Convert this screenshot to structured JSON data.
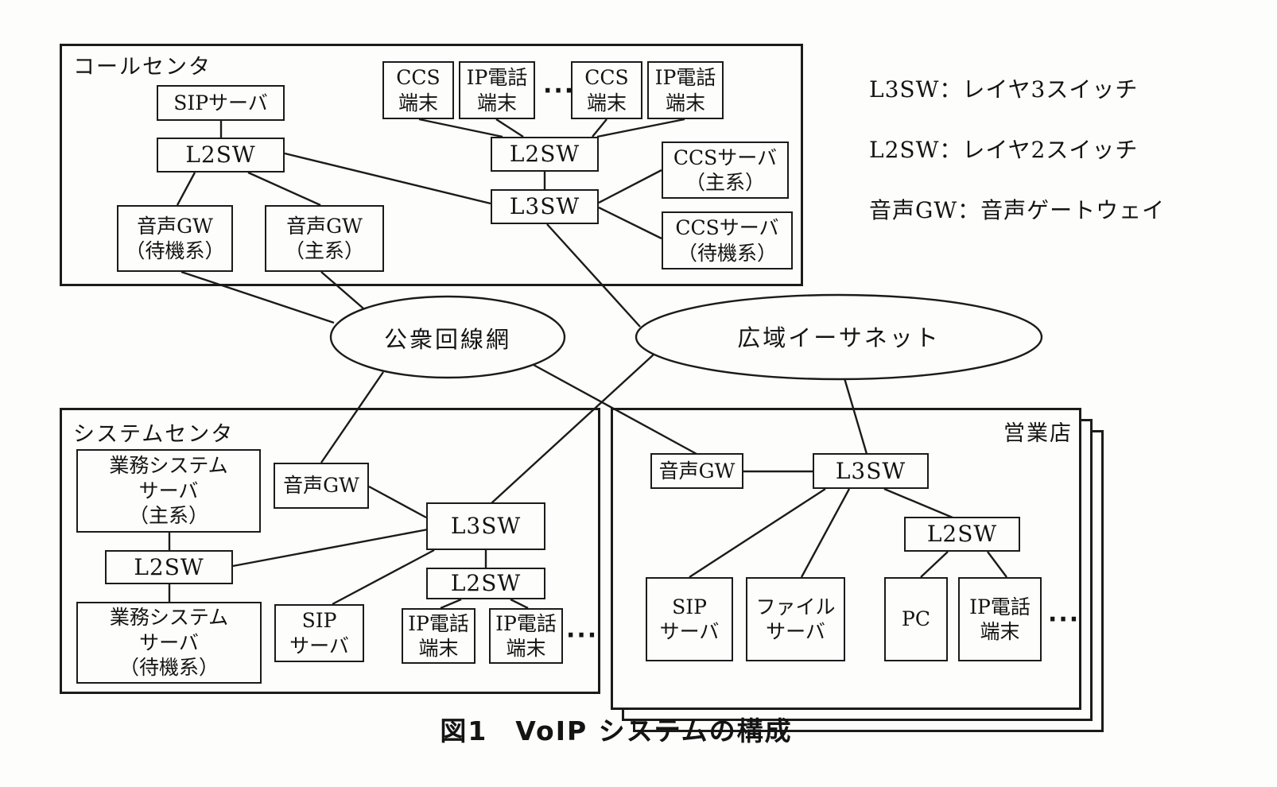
{
  "figure": {
    "caption": "図1　VoIP システムの構成"
  },
  "legend": {
    "lines": [
      "L3SW：レイヤ3スイッチ",
      "L2SW：レイヤ2スイッチ",
      "音声GW：音声ゲートウェイ"
    ]
  },
  "groups": {
    "call_center": "コールセンタ",
    "system_center": "システムセンタ",
    "branch_office": "営業店"
  },
  "networks": {
    "pstn": "公衆回線網",
    "wan": "広域イーサネット"
  },
  "ellipsis": "···",
  "nodes": {
    "sip_server_a": "SIPサーバ",
    "l2sw_a": "L2SW",
    "voice_gw_standby": "音声GW\n（待機系）",
    "voice_gw_main": "音声GW\n（主系）",
    "ccs_terminal_1": "CCS\n端末",
    "ip_phone_1": "IP電話\n端末",
    "ccs_terminal_2": "CCS\n端末",
    "ip_phone_2": "IP電話\n端末",
    "l2sw_b": "L2SW",
    "l3sw_a": "L3SW",
    "ccs_server_main": "CCSサーバ\n（主系）",
    "ccs_server_standby": "CCSサーバ\n（待機系）",
    "biz_server_main": "業務システム\nサーバ\n（主系）",
    "l2sw_d": "L2SW",
    "biz_server_standby": "業務システム\nサーバ\n（待機系）",
    "voice_gw_c": "音声GW",
    "l3sw_b": "L3SW",
    "l2sw_c": "L2SW",
    "sip_server_b": "SIP\nサーバ",
    "ip_phone_b1": "IP電話\n端末",
    "ip_phone_b2": "IP電話\n端末",
    "voice_gw_d": "音声GW",
    "l3sw_c": "L3SW",
    "l2sw_e": "L2SW",
    "sip_server_c": "SIP\nサーバ",
    "file_server": "ファイル\nサーバ",
    "pc": "PC",
    "ip_phone_c": "IP電話\n端末"
  }
}
